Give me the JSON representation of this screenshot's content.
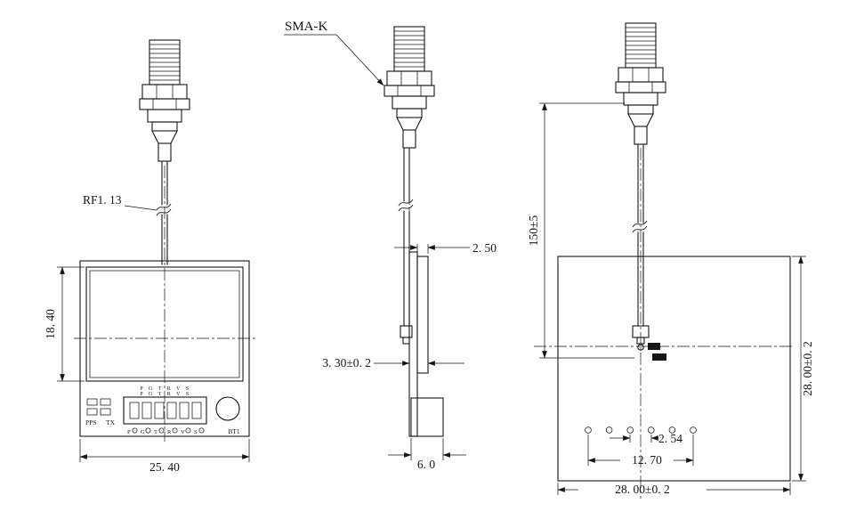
{
  "colors": {
    "line": "#161616",
    "background": "#ffffff"
  },
  "callouts": {
    "connector_type": "SMA-K",
    "cable_type": "RF1. 13"
  },
  "front_view": {
    "dim_shield_height": "18. 40",
    "dim_module_width": "25. 40",
    "led_label_pps": "PPS",
    "led_label_tx": "TX",
    "battery_label": "BT1",
    "pin_row_upper": "P G T R V S",
    "pin_row_lower": "P G T R V S",
    "pad_letters": [
      "P",
      "G",
      "T",
      "R",
      "V",
      "S"
    ]
  },
  "side_view": {
    "dim_shield_thickness": "2. 50",
    "dim_board_thickness": "3. 30±0. 2",
    "dim_header_depth": "6. 0"
  },
  "back_view": {
    "dim_cable_length": "150±5",
    "dim_module_height": "28. 00±0. 2",
    "dim_module_width": "28. 00±0. 2",
    "dim_hole_pitch": "2. 54",
    "dim_hole_row_span": "12. 70"
  }
}
